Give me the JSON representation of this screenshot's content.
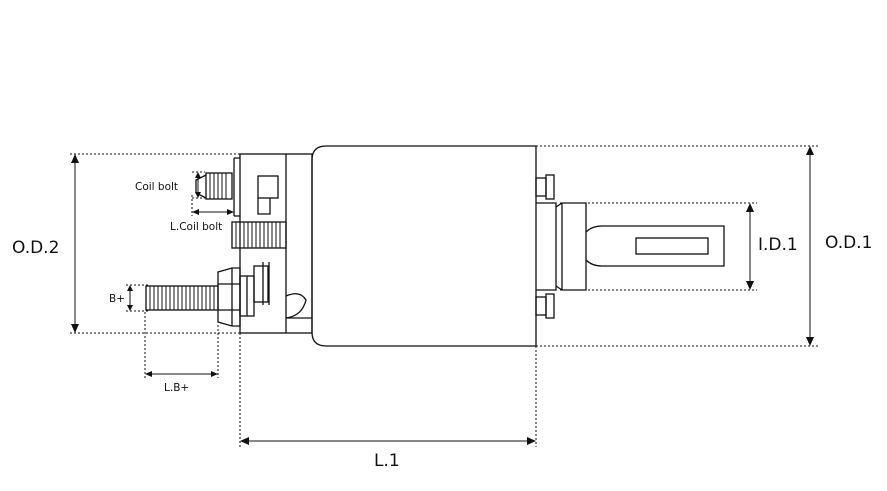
{
  "diagram": {
    "labels": {
      "coil_bolt": "Coil bolt",
      "l_coil_bolt": "L.Coil bolt",
      "b_plus": "B+",
      "l_b_plus": "L.B+",
      "od2": "O.D.2",
      "od1": "O.D.1",
      "id1": "I.D.1",
      "l1": "L.1"
    },
    "colors": {
      "line": "#111111",
      "background": "#ffffff"
    }
  }
}
